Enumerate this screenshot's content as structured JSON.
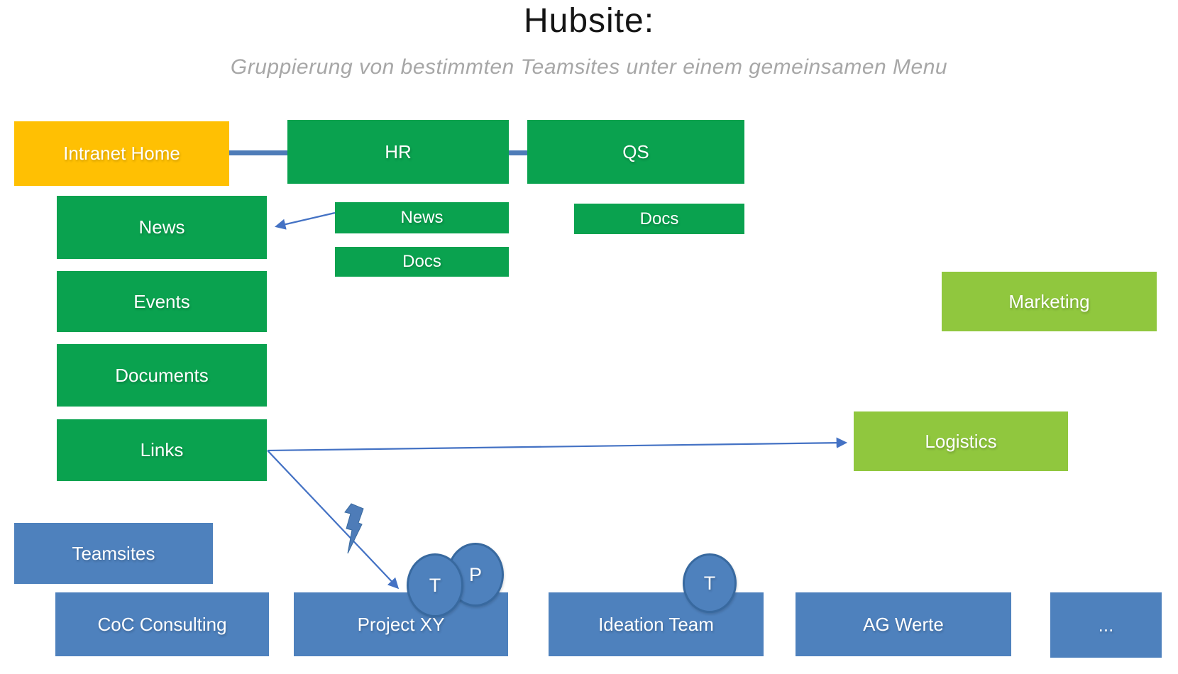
{
  "title": "Hubsite:",
  "subtitle": "Gruppierung von bestimmten Teamsites unter einem gemeinsamen Menu",
  "colors": {
    "green": "#0aa24f",
    "light_green": "#90c73e",
    "blue": "#4e81bd",
    "orange": "#ffc003",
    "connector": "#4e7cb8",
    "arrow": "#4472c4",
    "circle_fill": "#4e81bd",
    "circle_border": "#38699f",
    "title_color": "#141414",
    "subtitle_color": "#a7a7a7",
    "label_color": "#ffffff"
  },
  "hub_row": {
    "intranet_home": "Intranet Home",
    "hr": "HR",
    "qs": "QS"
  },
  "intranet_menu": {
    "news": "News",
    "events": "Events",
    "documents": "Documents",
    "links": "Links"
  },
  "hr_children": {
    "news": "News",
    "docs": "Docs"
  },
  "qs_children": {
    "docs": "Docs"
  },
  "standalone_sites": {
    "marketing": "Marketing",
    "logistics": "Logistics"
  },
  "teamsites": {
    "label": "Teamsites",
    "sites": {
      "coc": "CoC Consulting",
      "project_xy": "Project XY",
      "ideation_team": "Ideation Team",
      "ag_werte": "AG Werte",
      "more": "..."
    }
  },
  "badges": {
    "project_t": "T",
    "project_p": "P",
    "ideation_t": "T"
  }
}
